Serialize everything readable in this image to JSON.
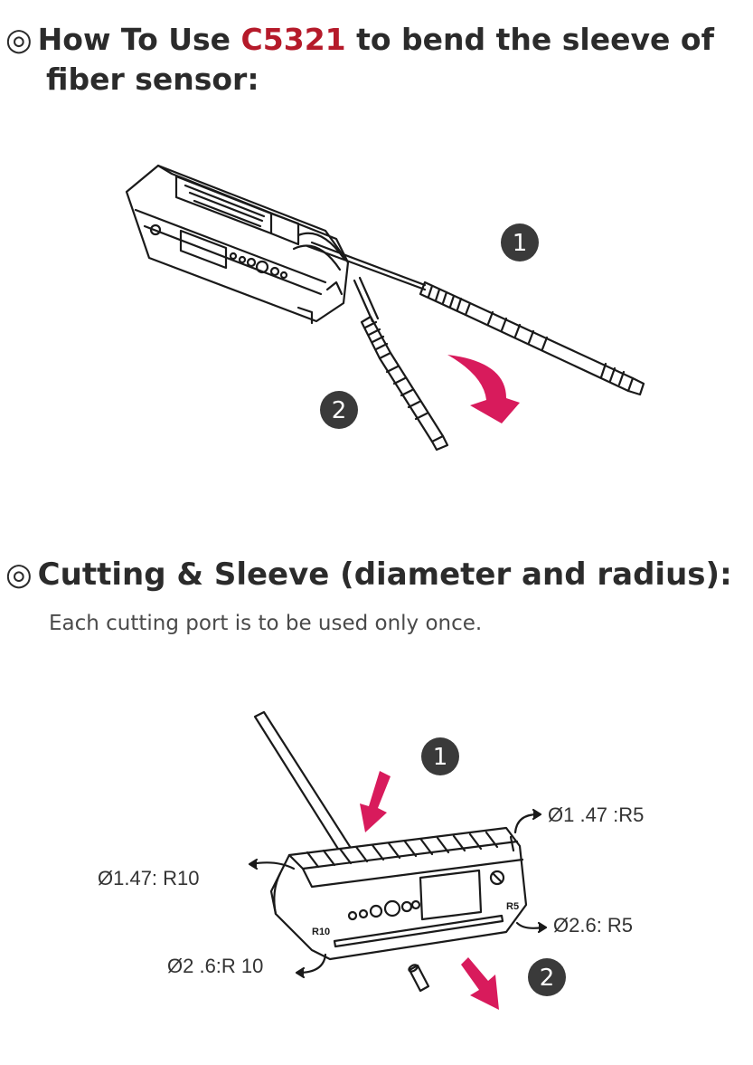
{
  "section1": {
    "mark": "◎",
    "title_pre": "How To Use ",
    "title_accent": "C5321",
    "title_post": " to bend the sleeve of",
    "title_line2": "fiber sensor:",
    "steps": [
      "1",
      "2"
    ]
  },
  "section2": {
    "mark": "◎",
    "title": "Cutting & Sleeve (diameter and radius):",
    "subtitle": "Each cutting port is to be used only once.",
    "steps": [
      "1",
      "2"
    ],
    "dims": {
      "top_right": "Ø1 .47 :R5",
      "top_left": "Ø1.47: R10",
      "mid_right": "Ø2.6: R5",
      "bottom_left": "Ø2 .6:R 10"
    },
    "tool_labels": {
      "left": "R10",
      "right": "R5"
    }
  },
  "colors": {
    "accent": "#b51a2a",
    "arrow": "#d81b5c",
    "badge": "#3a3a3a"
  }
}
